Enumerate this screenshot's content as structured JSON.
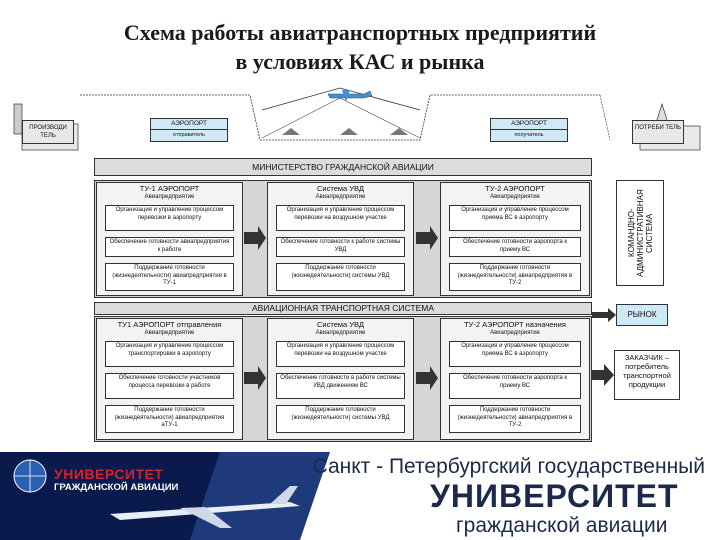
{
  "title": {
    "line1": "Схема работы авиатранспортных предприятий",
    "line2": "в условиях КАС и рынка"
  },
  "top_row": {
    "producer": "ПРОИЗВОДИ ТЕЛЬ",
    "airport_sender": {
      "label": "АЭРОПОРТ",
      "role": "отправитель"
    },
    "airport_receiver": {
      "label": "АЭРОПОРТ",
      "role": "получатель"
    },
    "consumer": "ПОТРЕБИ ТЕЛЬ"
  },
  "ministry": "МИНИСТЕРСТВО ГРАЖДАНСКОЙ АВИАЦИИ",
  "command_system": "КОМАНДНО-АДМИНИСТРАТИВНАЯ СИСТЕМА",
  "upper_columns": [
    {
      "title": "ТУ-1 АЭРОПОРТ",
      "subtitle": "Авиапредприятие",
      "cells": [
        "Организация и управление процессом перевозки в аэропорту",
        "Обеспечение готовности авиапредприятия к работе",
        "Поддержание готовности (жизнедеятельности) авиапредприятия в ТУ-1"
      ]
    },
    {
      "title": "Система УВД",
      "subtitle": "Авиапредприятие",
      "cells": [
        "Организация и управление процессом перевозки на воздушном участке",
        "Обеспечение готовности к работе системы УВД",
        "Поддержание готовности (жизнедеятельности) системы УВД"
      ]
    },
    {
      "title": "ТУ-2 АЭРОПОРТ",
      "subtitle": "Авиапредприятие",
      "cells": [
        "Организация и управление процессом приема ВС в аэропорту",
        "Обеспечение готовности аэропорта к приему ВС",
        "Поддержание готовности (жизнедеятельности) авиапредприятия в ТУ-2"
      ]
    }
  ],
  "ats": "АВИАЦИОННАЯ ТРАНСПОРТНАЯ СИСТЕМА",
  "market": "РЫНОК",
  "customer": "ЗАКАЗЧИК – потребитель транспортной продукции",
  "lower_columns": [
    {
      "title": "ТУ1 АЭРОПОРТ отправления",
      "subtitle": "Авиапредприятие",
      "cells": [
        "Организация и управление процессом транспортировки в аэропорту",
        "Обеспечение готовности участников процесса перевозки в работе",
        "Поддержание готовности (жизнедеятельности) авиапредприятия аТУ-1"
      ]
    },
    {
      "title": "Система УВД",
      "subtitle": "Авиапредприятие",
      "cells": [
        "Организация и управление процессом перевозки на воздушном участке",
        "Обеспечение готовности в работе системы УВД движением ВС",
        "Поддержание готовности (жизнедеятельности) системы УВД"
      ]
    },
    {
      "title": "ТУ-2 АЭРОПОРТ назначения",
      "subtitle": "Авиапредприятие",
      "cells": [
        "Организация и управление процессом приема ВС в аэропорту",
        "Обеспечение готовности аэропорта к приему ВС",
        "Поддержание готовности (жизнедеятельности) авиапредприятия в ТУ-2"
      ]
    }
  ],
  "banner": {
    "logo_line1": "УНИВЕРСИТЕТ",
    "logo_line2": "ГРАЖДАНСКОЙ АВИАЦИИ",
    "line1": "Санкт - Петербургский государственный",
    "line2": "УНИВЕРСИТЕТ",
    "line3": "гражданской авиации"
  },
  "colors": {
    "header_box": "#cfe9f7",
    "banner_dark": "#0b1a4d",
    "banner_text": "#1b2a4a",
    "logo_red": "#d6202a"
  }
}
